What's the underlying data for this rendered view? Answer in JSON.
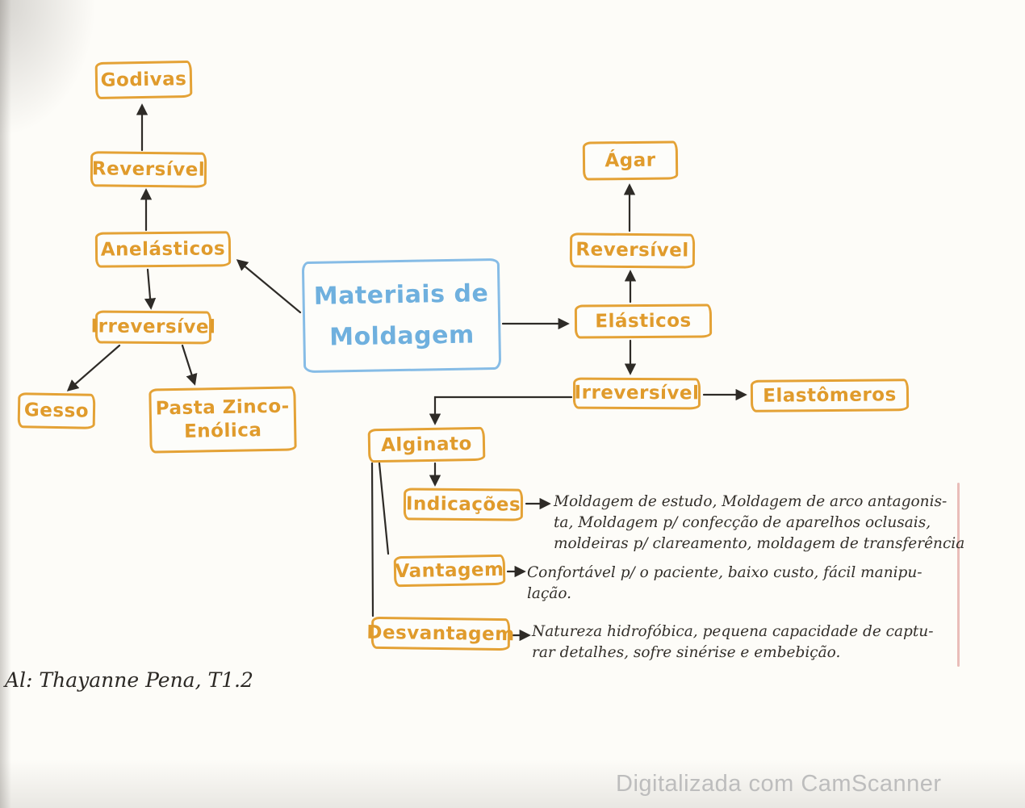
{
  "colors": {
    "orange": "#E4A236",
    "blue": "#86BCE6",
    "ink": "#2E2B27",
    "watermark_gray": "#BDBDBD",
    "paper": "#FDFCF8"
  },
  "center": {
    "line1": "Materiais de",
    "line2": "Moldagem"
  },
  "nodes": {
    "godivas": "Godivas",
    "reversivel_left": "Reversível",
    "anelasticos": "Anelásticos",
    "irreversivel_left": "Irreversível",
    "gesso": "Gesso",
    "pasta_zinco_enolica": "Pasta Zinco-Enólica",
    "agar": "Ágar",
    "reversivel_right": "Reversível",
    "elasticos": "Elásticos",
    "irreversivel_right": "Irreversível",
    "elastomeros": "Elastômeros",
    "alginato": "Alginato",
    "indicacoes": "Indicações",
    "vantagem": "Vantagem",
    "desvantagem": "Desvantagem"
  },
  "annotations": {
    "indicacoes_lines": [
      "Moldagem de estudo, Moldagem de arco antagonis-",
      "ta, Moldagem p/ confecção de aparelhos oclusais,",
      "moldeiras p/ clareamento, moldagem de transferência"
    ],
    "vantagem_lines": [
      "Confortável p/ o paciente, baixo custo, fácil manipu-",
      "lação."
    ],
    "desvantagem_lines": [
      "Natureza hidrofóbica, pequena capacidade de captu-",
      "rar detalhes, sofre sinérise e embebição."
    ]
  },
  "footer": {
    "author": "Al: Thayanne Pena, T1.2",
    "watermark": "Digitalizada com CamScanner"
  }
}
